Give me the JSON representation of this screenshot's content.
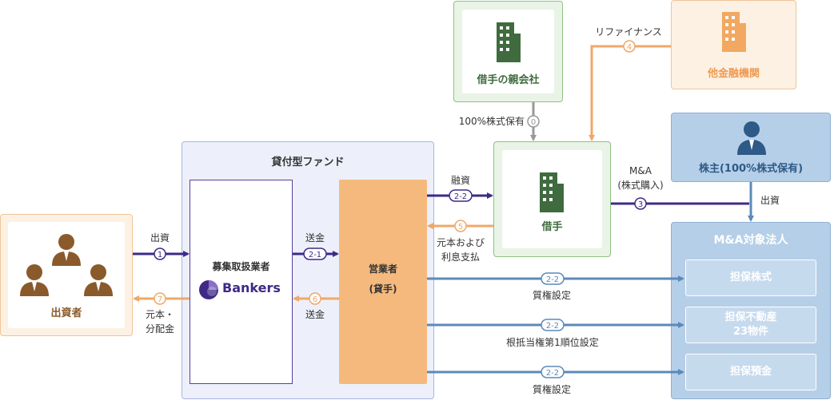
{
  "fund": {
    "title": "貸付型ファンド"
  },
  "investors": {
    "label": "出資者"
  },
  "broker": {
    "title": "募集取扱業者",
    "logo_text": "Bankers"
  },
  "operator": {
    "line1": "営業者",
    "line2": "(貸手)"
  },
  "parent": {
    "label": "借手の親会社"
  },
  "other_fin": {
    "label": "他金融機関"
  },
  "borrower": {
    "label": "借手"
  },
  "shareholder": {
    "label": "株主(100%株式保有)"
  },
  "target": {
    "title": "M&A対象法人"
  },
  "collateral": {
    "stock": "担保株式",
    "realestate_line1": "担保不動産",
    "realestate_line2": "23物件",
    "deposit": "担保預金"
  },
  "flows": {
    "invest": {
      "text": "出資",
      "num": "1"
    },
    "return_dist": {
      "line1": "元本・",
      "line2": "分配金",
      "num": "7"
    },
    "remit_in": {
      "text": "送金",
      "num": "2-1"
    },
    "remit_out": {
      "text": "送金",
      "num": "6"
    },
    "loan": {
      "text": "融資",
      "num": "2-2"
    },
    "repay": {
      "line1": "元本および",
      "line2": "利息支払",
      "num": "5"
    },
    "ma": {
      "line1": "M&A",
      "line2": "(株式購入)",
      "num": "3"
    },
    "holding": {
      "text": "100%株式保有",
      "num": "0"
    },
    "refinance": {
      "text": "リファイナンス",
      "num": "4"
    },
    "sh_invest": {
      "text": "出資"
    },
    "pledge1": {
      "text": "質権設定",
      "num": "2-2"
    },
    "mortgage": {
      "text": "根抵当権第1順位設定",
      "num": "2-2"
    },
    "pledge2": {
      "text": "質権設定",
      "num": "2-2"
    }
  },
  "colors": {
    "purple": "#3e2a86",
    "orange": "#f0a868",
    "blue": "#5b8ab8",
    "gray": "#999999",
    "green_dark": "#3f6b3f"
  }
}
